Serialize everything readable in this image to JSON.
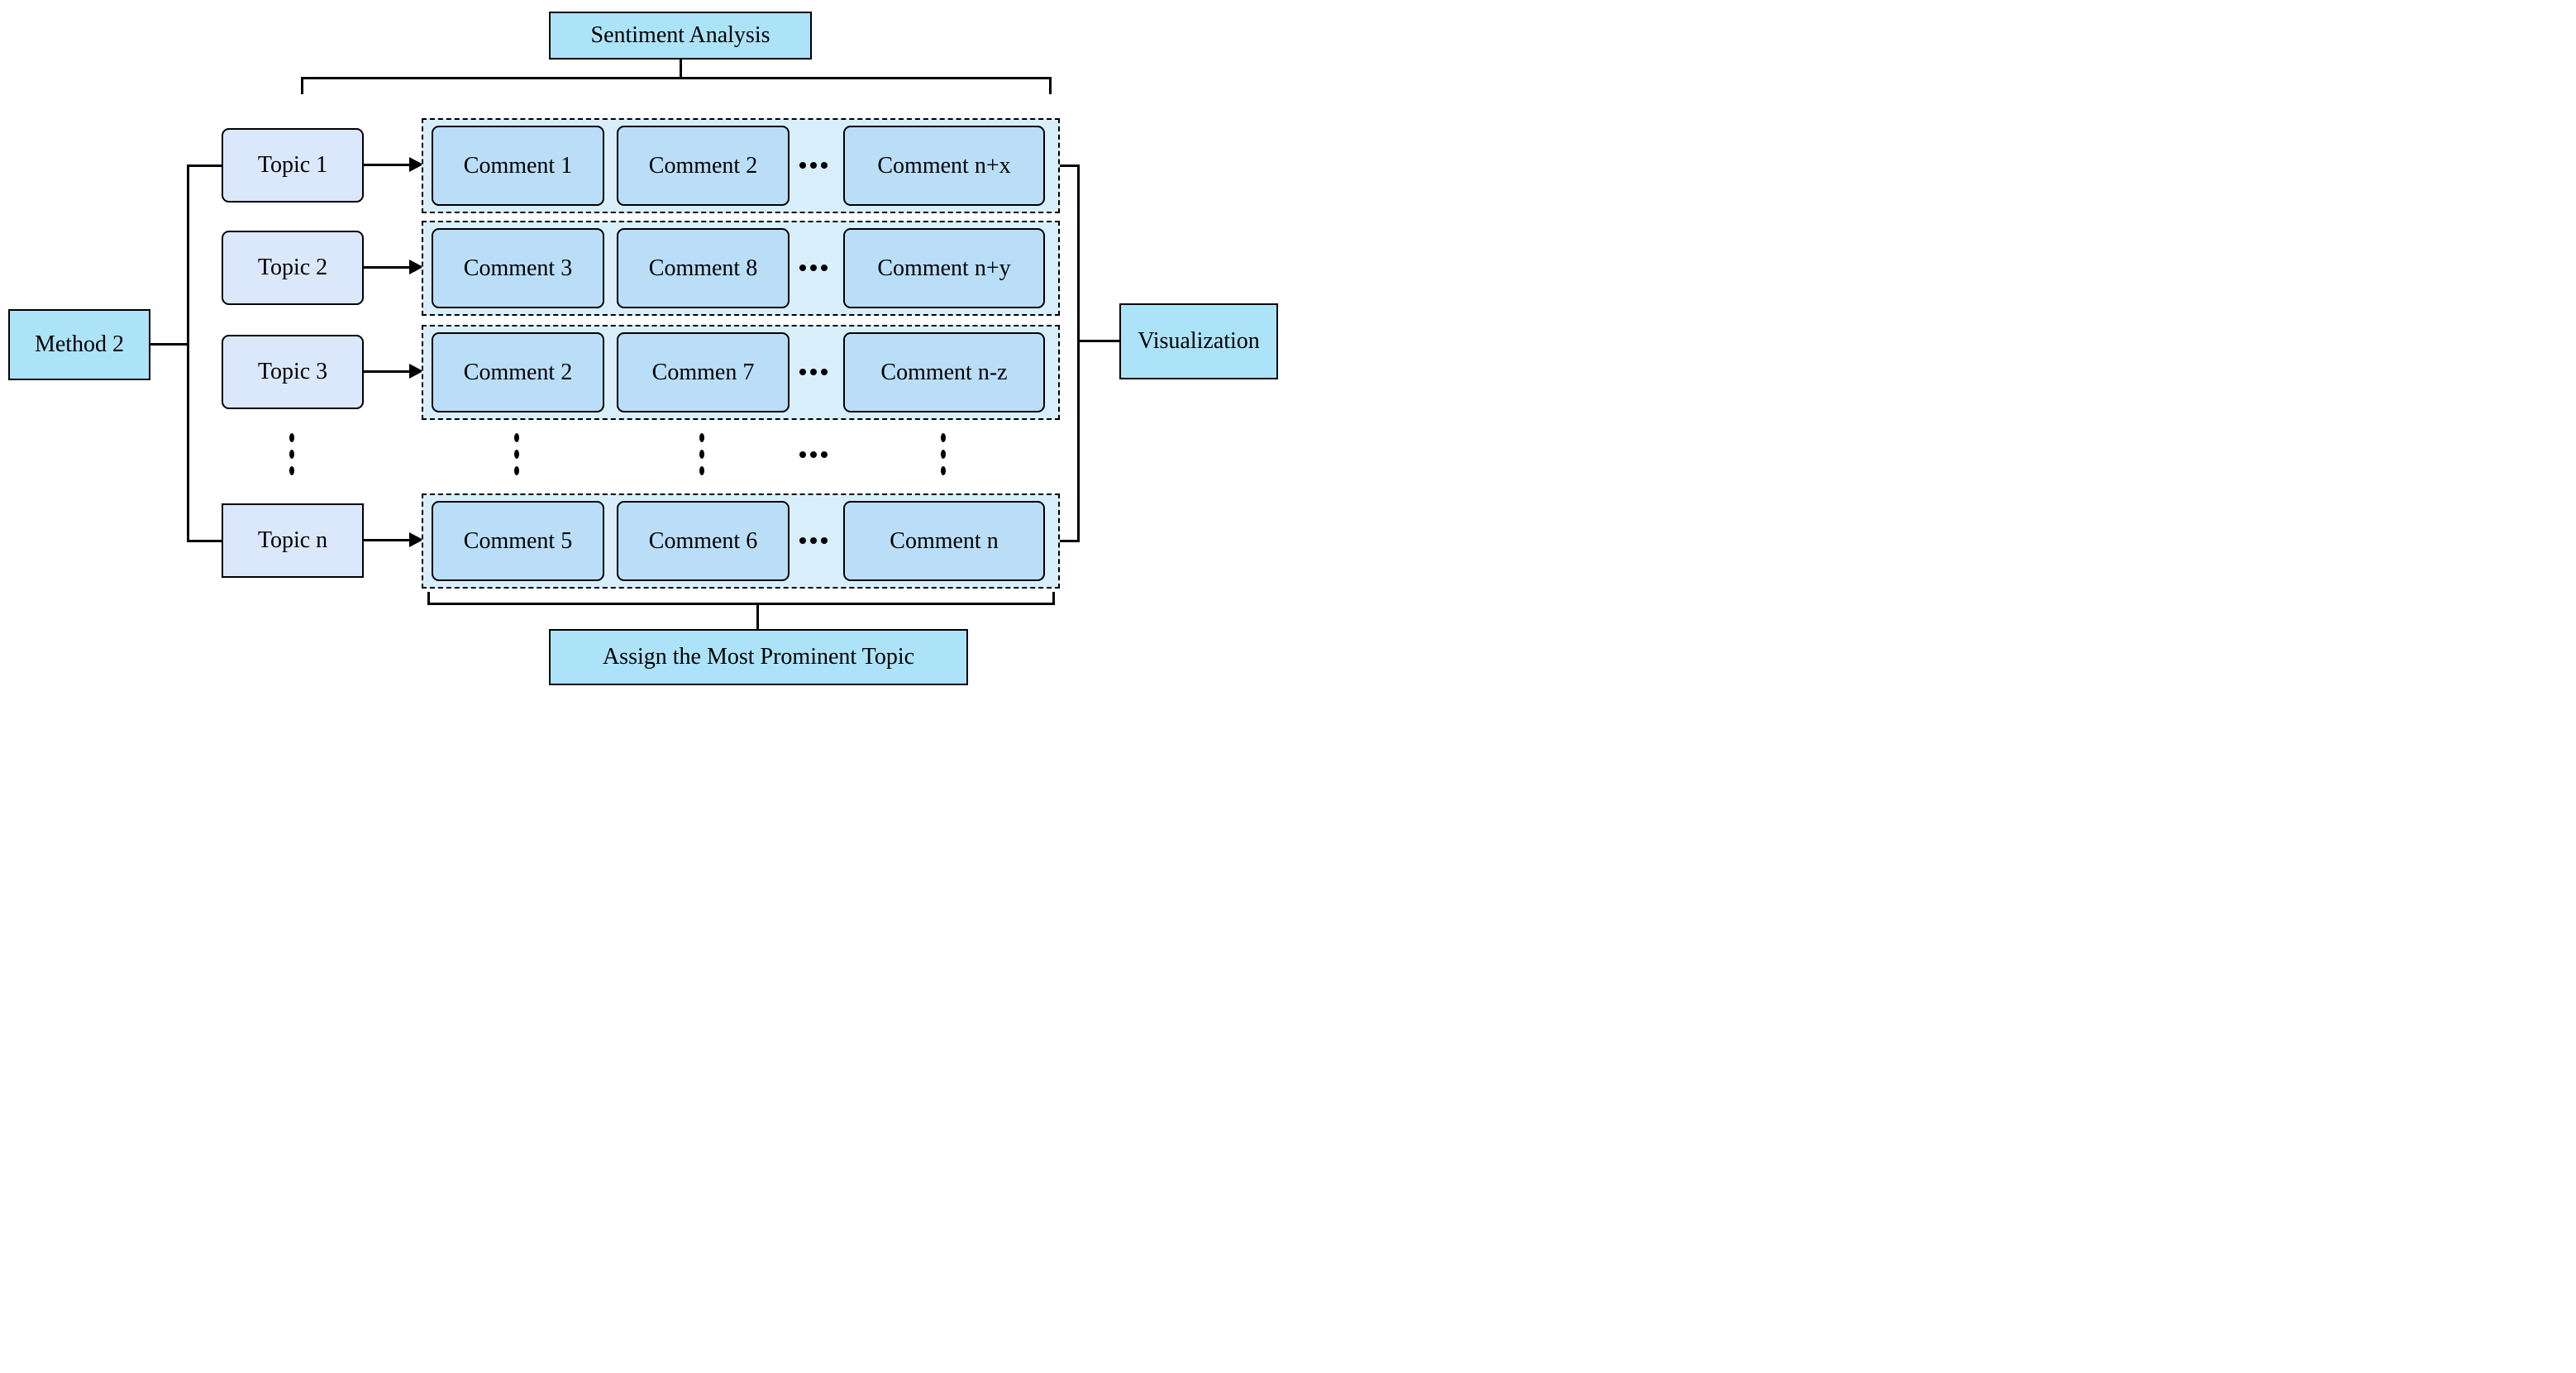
{
  "diagram": {
    "title_box": "Sentiment Analysis",
    "method_box": "Method 2",
    "visualization_box": "Visualization",
    "assign_box": "Assign the Most Prominent Topic",
    "rows": [
      {
        "topic": "Topic 1",
        "comments": [
          "Comment 1",
          "Comment 2",
          "Comment n+x"
        ]
      },
      {
        "topic": "Topic 2",
        "comments": [
          "Comment 3",
          "Comment 8",
          "Comment n+y"
        ]
      },
      {
        "topic": "Topic 3",
        "comments": [
          "Comment 2",
          "Commen 7",
          "Comment n-z"
        ]
      },
      {
        "topic": "Topic n",
        "comments": [
          "Comment 5",
          "Comment 6",
          "Comment n"
        ]
      }
    ],
    "colors": {
      "solid_box_fill": "#ade3f8",
      "topic_box_fill": "#dbe7fb",
      "comment_group_fill": "#d9eefb",
      "comment_box_fill": "#badef7",
      "line": "#000000"
    }
  }
}
